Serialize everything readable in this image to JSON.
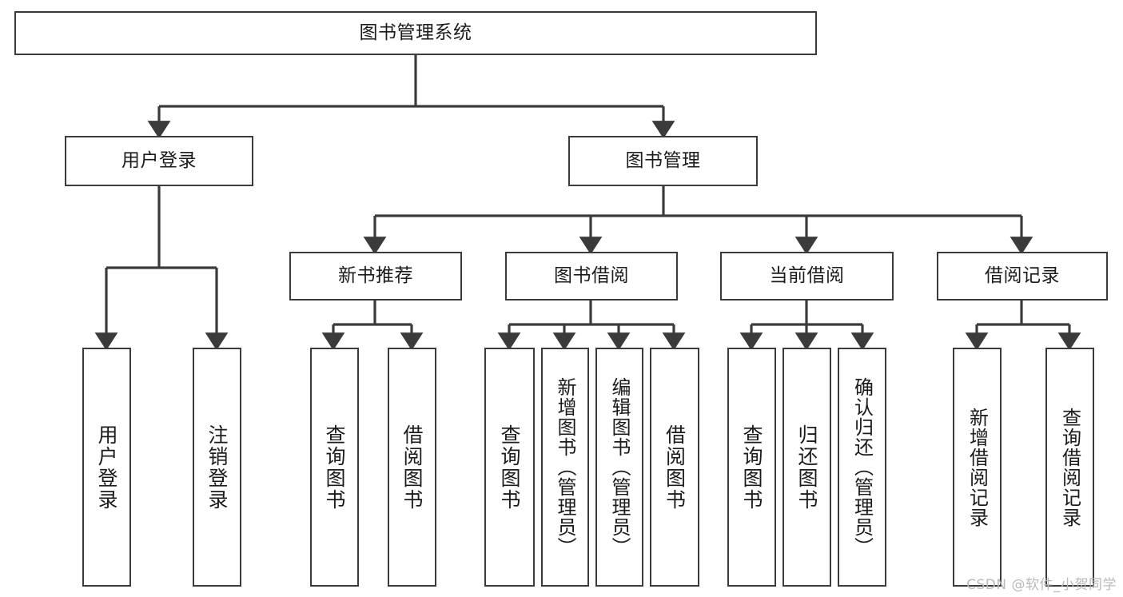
{
  "diagram": {
    "title": "图书管理系统",
    "type": "tree-hierarchy-chart",
    "orientation": "top-down",
    "edge_color": "#3b3b3b",
    "node_border_color": "#3b3b3b",
    "node_fill_color": "#ffffff",
    "background_color": "#ffffff"
  },
  "nodes": {
    "root": {
      "label": "图书管理系统"
    },
    "level1": [
      {
        "label": "用户登录"
      },
      {
        "label": "图书管理"
      }
    ],
    "level2": [
      {
        "label": "新书推荐"
      },
      {
        "label": "图书借阅"
      },
      {
        "label": "当前借阅"
      },
      {
        "label": "借阅记录"
      }
    ],
    "leaves_user_login": [
      {
        "label": "用户登录"
      },
      {
        "label": "注销登录"
      }
    ],
    "leaves_new_book": [
      {
        "label": "查询图书"
      },
      {
        "label": "借阅图书"
      }
    ],
    "leaves_borrow": [
      {
        "label": "查询图书"
      },
      {
        "label": "新增图书（管理员）"
      },
      {
        "label": "编辑图书（管理员）"
      },
      {
        "label": "借阅图书"
      }
    ],
    "leaves_current": [
      {
        "label": "查询图书"
      },
      {
        "label": "归还图书"
      },
      {
        "label": "确认归还（管理员）"
      }
    ],
    "leaves_records": [
      {
        "label": "新增借阅记录"
      },
      {
        "label": "查询借阅记录"
      }
    ]
  },
  "watermark": {
    "text": "CSDN @软件_小贺同学"
  }
}
